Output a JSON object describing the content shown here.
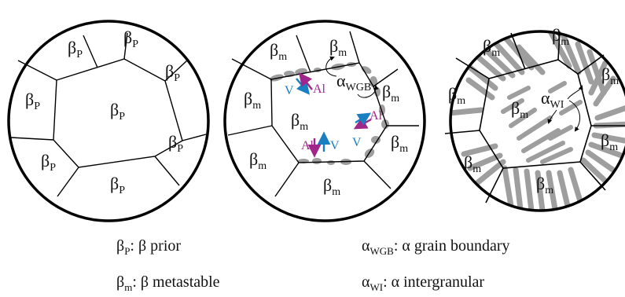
{
  "panels": [
    {
      "grains": [
        {
          "greek": "β",
          "sub": "P"
        },
        {
          "greek": "β",
          "sub": "P"
        },
        {
          "greek": "β",
          "sub": "P"
        },
        {
          "greek": "β",
          "sub": "P"
        },
        {
          "greek": "β",
          "sub": "P"
        },
        {
          "greek": "β",
          "sub": "P"
        },
        {
          "greek": "β",
          "sub": "P"
        },
        {
          "greek": "β",
          "sub": "P"
        }
      ]
    },
    {
      "grains": [
        {
          "greek": "β",
          "sub": "m"
        },
        {
          "greek": "β",
          "sub": "m"
        },
        {
          "greek": "β",
          "sub": "m"
        },
        {
          "greek": "β",
          "sub": "m"
        },
        {
          "greek": "β",
          "sub": "m"
        },
        {
          "greek": "β",
          "sub": "m"
        },
        {
          "greek": "β",
          "sub": "m"
        },
        {
          "greek": "β",
          "sub": "m"
        }
      ],
      "phase_label": {
        "greek": "α",
        "sub": "WGB"
      },
      "diffusion_labels": [
        "V",
        "Al",
        "Al",
        "V",
        "Al",
        "V"
      ]
    },
    {
      "grains": [
        {
          "greek": "β",
          "sub": "m"
        },
        {
          "greek": "β",
          "sub": "m"
        },
        {
          "greek": "β",
          "sub": "m"
        },
        {
          "greek": "β",
          "sub": "m"
        },
        {
          "greek": "β",
          "sub": "m"
        },
        {
          "greek": "β",
          "sub": "m"
        },
        {
          "greek": "β",
          "sub": "m"
        },
        {
          "greek": "β",
          "sub": "m"
        }
      ],
      "phase_label": {
        "greek": "α",
        "sub": "WI"
      }
    }
  ],
  "legend": [
    {
      "greek": "β",
      "sub": "P",
      "text": ": β prior"
    },
    {
      "greek": "β",
      "sub": "m",
      "text": ": β metastable"
    },
    {
      "greek": "α",
      "sub": "WGB",
      "text": ": α grain boundary"
    },
    {
      "greek": "α",
      "sub": "WI",
      "text": ": α intergranular"
    }
  ],
  "colors": {
    "outline": "#000000",
    "alpha_phase": "#9e9e9e",
    "vanadium": "#1a7fc1",
    "aluminium": "#a0268c"
  }
}
